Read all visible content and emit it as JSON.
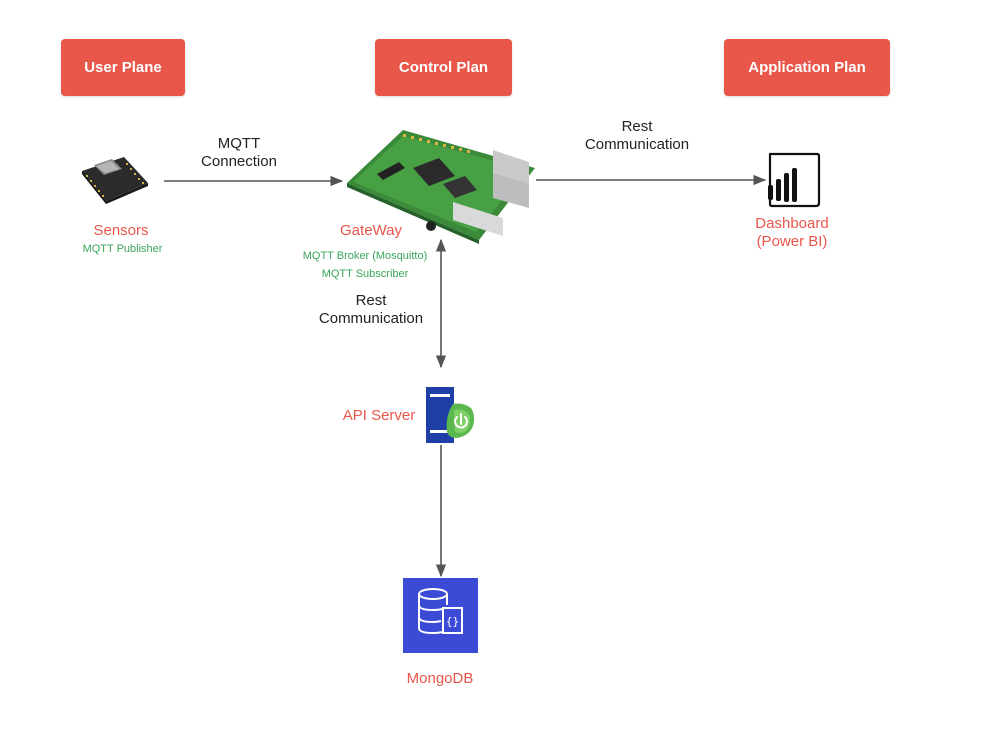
{
  "planes": {
    "user": "User Plane",
    "control": "Control Plan",
    "application": "Application Plan"
  },
  "edges": {
    "mqtt_line1": "MQTT",
    "mqtt_line2": "Connection",
    "rest_app_line1": "Rest",
    "rest_app_line2": "Communication",
    "rest_api_line1": "Rest",
    "rest_api_line2": "Communication"
  },
  "nodes": {
    "sensors": {
      "label": "Sensors",
      "sub": "MQTT Publisher",
      "icon": "microcontroller-board-icon"
    },
    "gateway": {
      "label": "GateWay",
      "sub1": "MQTT Broker (Mosquitto)",
      "sub2": "MQTT Subscriber",
      "icon": "raspberry-pi-icon"
    },
    "dashboard": {
      "label1": "Dashboard",
      "label2": "(Power BI)",
      "icon": "power-bi-icon"
    },
    "api": {
      "label": "API Server",
      "icon": "api-server-icon"
    },
    "mongodb": {
      "label": "MongoDB",
      "icon": "database-icon"
    }
  },
  "colors": {
    "plane": "#e9574b",
    "node_label": "#e9574b",
    "sub_label": "#3aa55a",
    "arrow": "#555555"
  }
}
